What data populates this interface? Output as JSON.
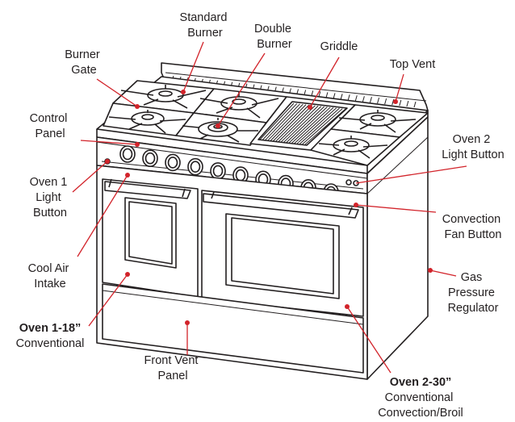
{
  "labels": {
    "standard_burner": [
      "Standard",
      "Burner"
    ],
    "double_burner": [
      "Double",
      "Burner"
    ],
    "burner_gate": [
      "Burner",
      "Gate"
    ],
    "griddle": [
      "Griddle"
    ],
    "top_vent": [
      "Top Vent"
    ],
    "control_panel": [
      "Control",
      "Panel"
    ],
    "oven2_light_button": [
      "Oven 2",
      "Light Button"
    ],
    "oven1_light_button": [
      "Oven 1",
      "Light",
      "Button"
    ],
    "convection_fan_button": [
      "Convection",
      "Fan Button"
    ],
    "cool_air_intake": [
      "Cool Air",
      "Intake"
    ],
    "gas_pressure_regulator": [
      "Gas",
      "Pressure",
      "Regulator"
    ],
    "oven1": {
      "title": "Oven 1-18”",
      "sub": "Conventional"
    },
    "front_vent_panel": [
      "Front Vent",
      "Panel"
    ],
    "oven2": {
      "title": "Oven 2-30”",
      "sub": [
        "Conventional",
        "Convection/Broil"
      ]
    }
  },
  "colors": {
    "leader": "#d2232a",
    "outline": "#231f20",
    "background": "#ffffff"
  },
  "knob_count": 10
}
